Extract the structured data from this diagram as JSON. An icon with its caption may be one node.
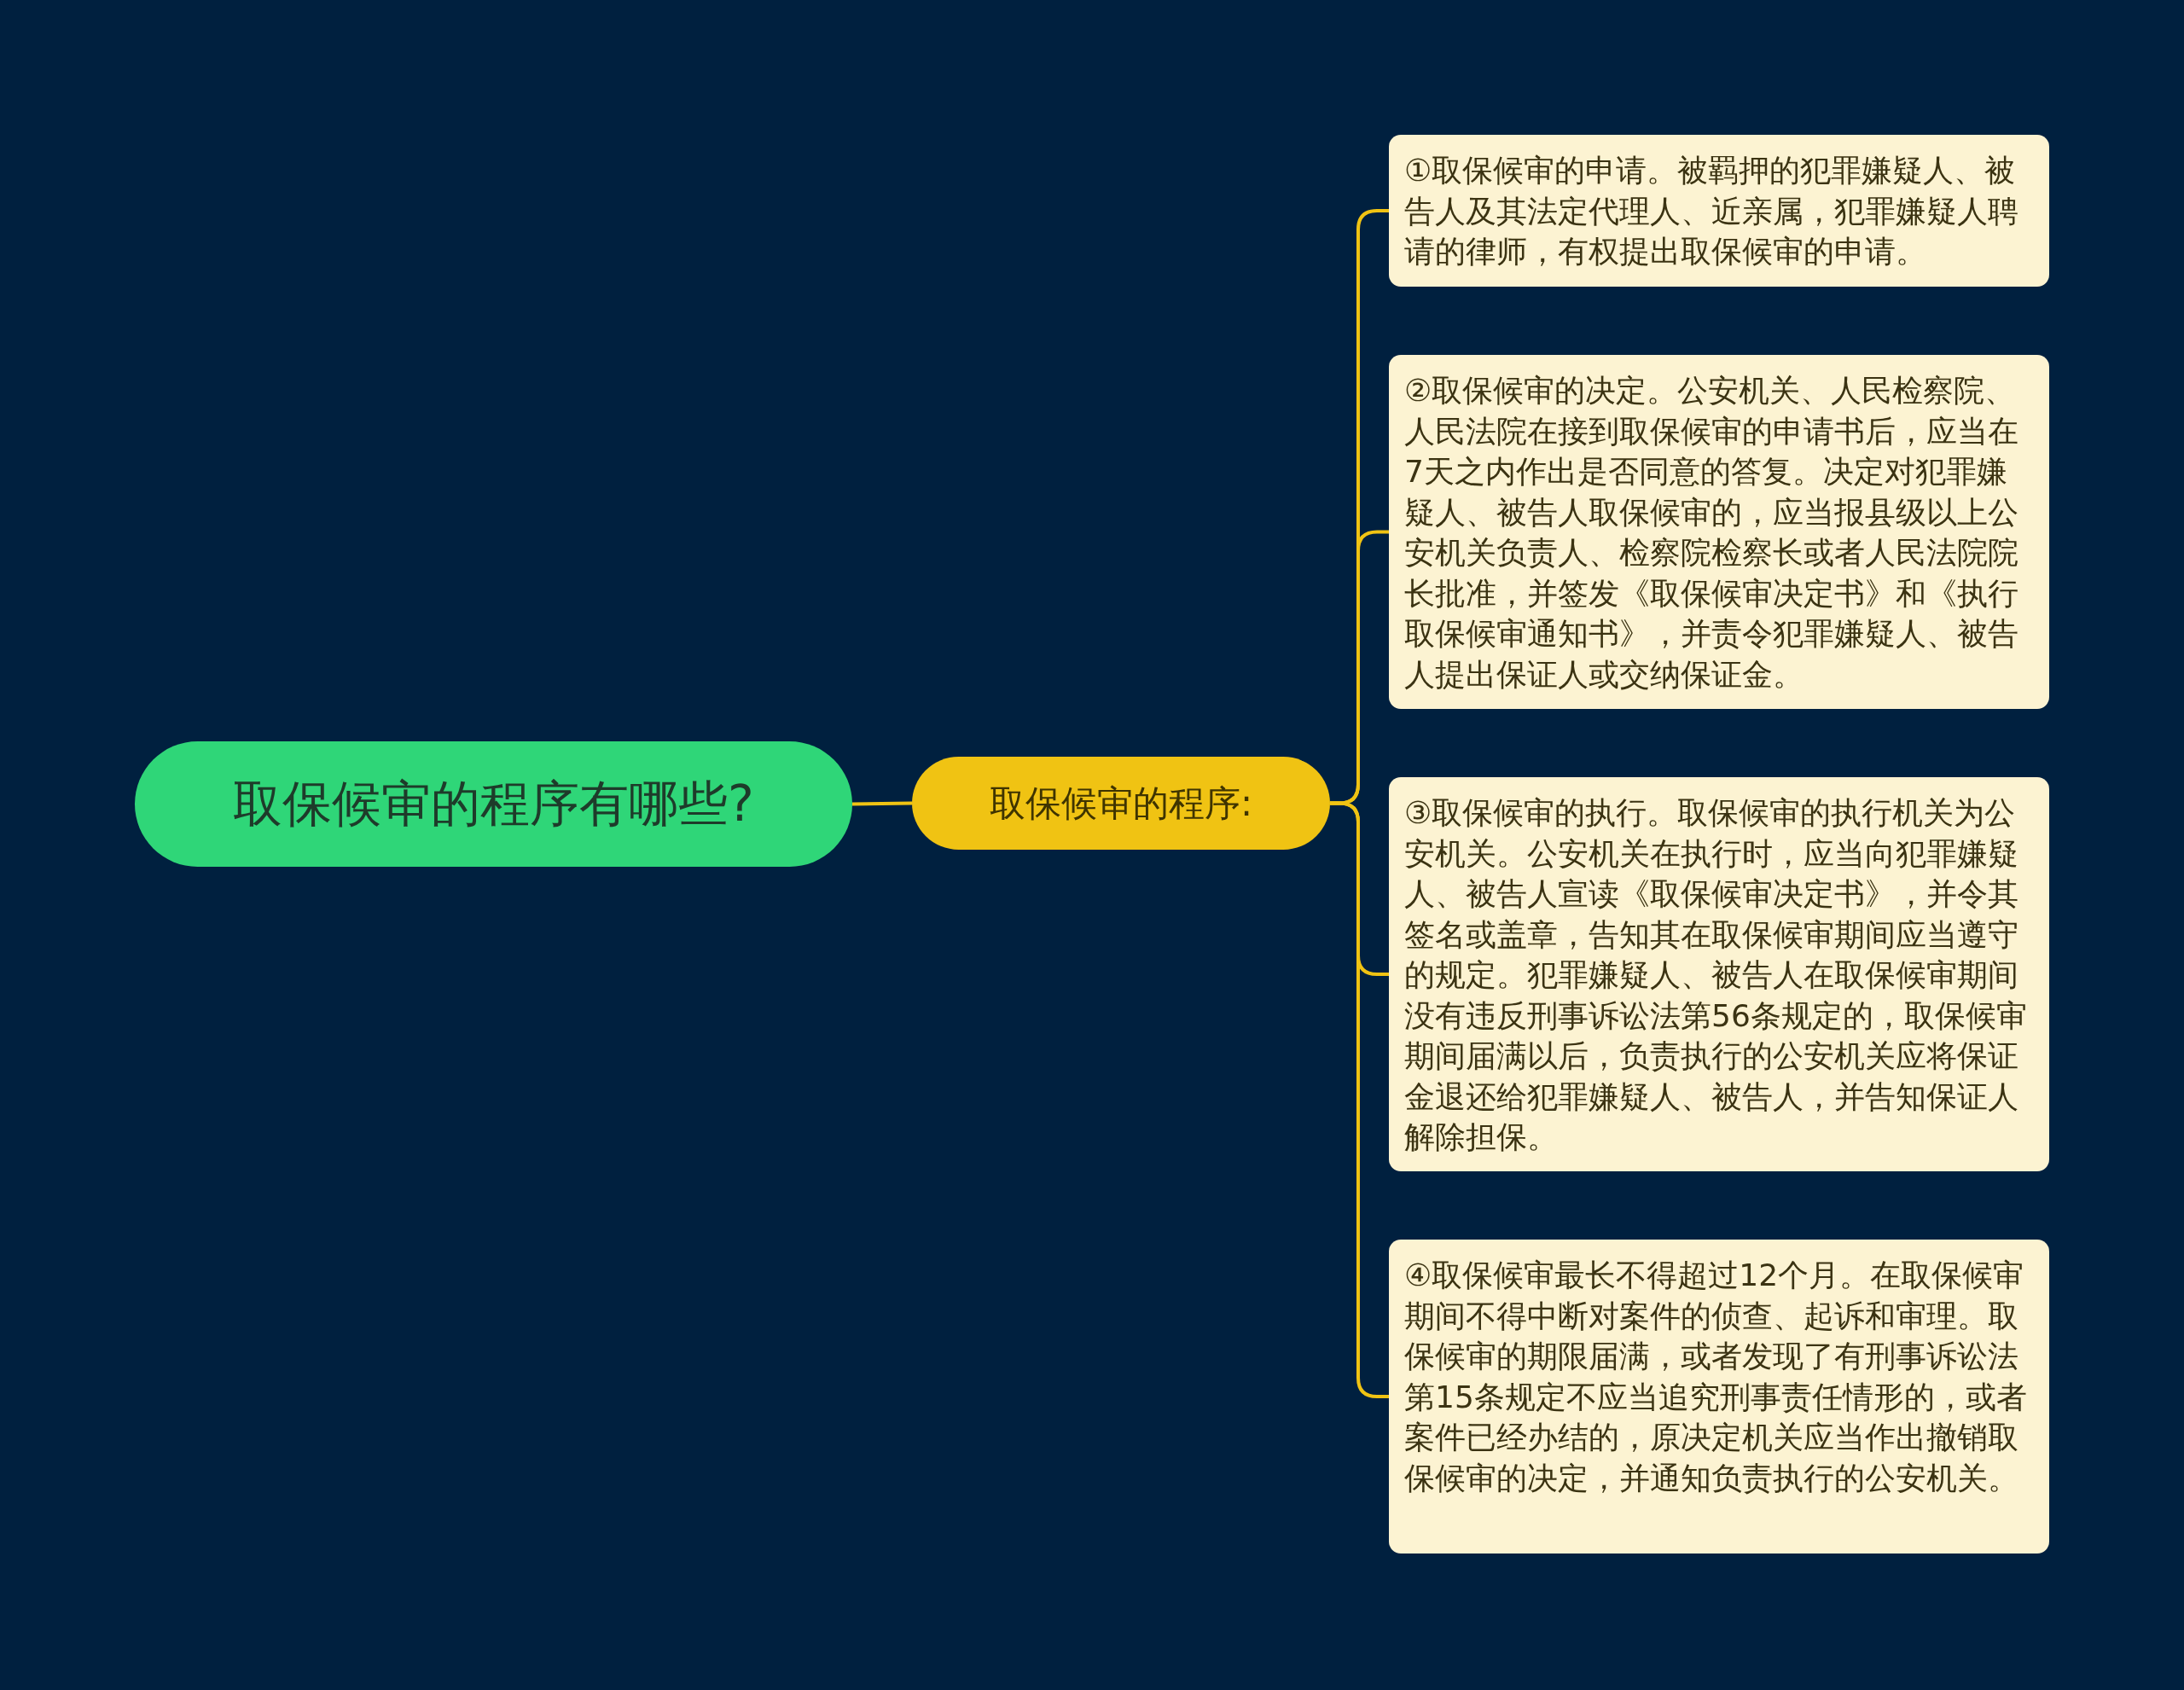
{
  "diagram": {
    "nodes": [
      {
        "text": [
          "取保候审的程序有哪些?"
        ]
      },
      {
        "text": [
          "取保候审的程序:"
        ]
      },
      {
        "text": [
          "①取保候审的申请。被羁押的犯罪嫌疑人、被告人及其法定代理人、近亲属，犯罪嫌疑人聘请的律师，有权提出取保候审的申请。"
        ]
      },
      {
        "text": [
          "②取保候审的决定。公安机关、人民检察院、人民法院在接到取保候审的申请书后，应当在7天之内作出是否同意的答复。决定对犯罪嫌疑人、被告人取保候审的，应当报县级以上公安机关负责人、检察院检察长或者人民法院院长批准，并签发《取保候审决定书》和《执行取保候审通知书》，并责令犯罪嫌疑人、被告人提出保证人或交纳保证金。"
        ]
      },
      {
        "text": [
          "③取保候审的执行。取保候审的执行机关为公安机关。公安机关在执行时，应当向犯罪嫌疑人、被告人宣读《取保候审决定书》，并令其签名或盖章，告知其在取保候审期间应当遵守的规定。犯罪嫌疑人、被告人在取保候审期间没有违反刑事诉讼法第56条规定的，取保候审期间届满以后，负责执行的公安机关应将保证金退还给犯罪嫌疑人、被告人，并告知保证人解除担保。"
        ]
      },
      {
        "text": [
          "④取保候审最长不得超过12个月。在取保候审期间不得中断对案件的侦查、起诉和审理。取保候审的期限届满，或者发现了有刑事诉讼法第15条规定不应当追究刑事责任情形的，或者案件已经办结的，原决定机关应当作出撤销取保候审的决定，并通知负责执行的公安机关。"
        ]
      }
    ],
    "edges": [
      {
        "from": 0,
        "to": 1,
        "arrow": "none"
      },
      {
        "from": 1,
        "to": 2,
        "arrow": "none"
      },
      {
        "from": 1,
        "to": 3,
        "arrow": "none"
      },
      {
        "from": 1,
        "to": 4,
        "arrow": "none"
      },
      {
        "from": 1,
        "to": 5,
        "arrow": "none"
      }
    ]
  }
}
